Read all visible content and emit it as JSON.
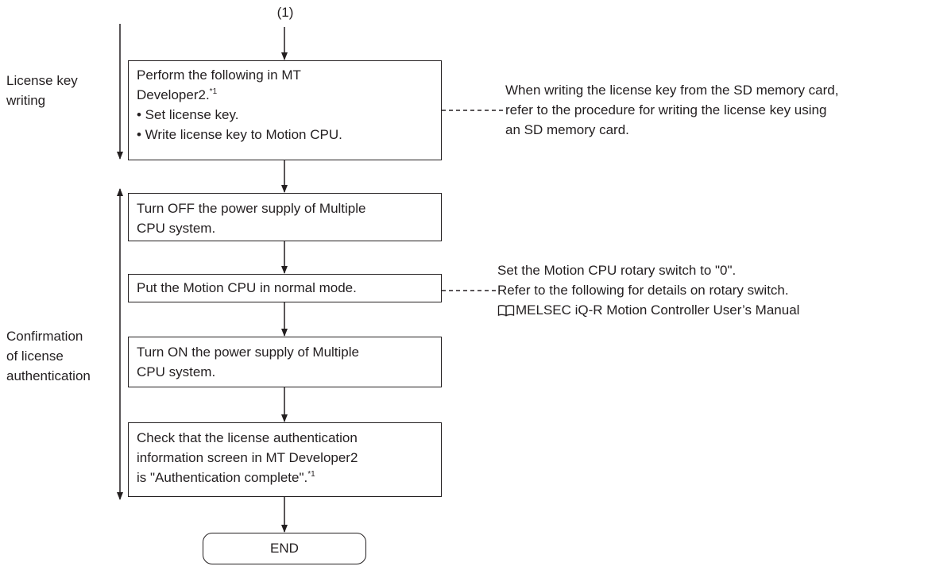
{
  "top_label": "(1)",
  "sections": [
    {
      "label_lines": [
        "License key",
        "writing"
      ]
    },
    {
      "label_lines": [
        "Confirmation",
        "of license",
        "authentication"
      ]
    }
  ],
  "steps": [
    {
      "lines": [
        "Perform the following in MT",
        "Developer2.",
        "• Set license key.",
        "• Write license key to Motion CPU."
      ],
      "footnote": "*1"
    },
    {
      "lines": [
        "Turn OFF the power supply of Multiple",
        "CPU system."
      ]
    },
    {
      "lines": [
        "Put the Motion CPU in normal mode."
      ]
    },
    {
      "lines": [
        "Turn ON the power supply of Multiple",
        "CPU system."
      ]
    },
    {
      "lines": [
        "Check that the license authentication",
        "information screen in MT Developer2",
        "is \"Authentication complete\"."
      ],
      "footnote": "*1"
    }
  ],
  "end_label": "END",
  "notes": {
    "license_sd": [
      "When writing the license key from the SD memory card,",
      "refer to the procedure for writing the license key using",
      "an SD memory card."
    ],
    "rotary_switch": [
      "Set the Motion CPU rotary switch to \"0\".",
      "Refer to the following for details on rotary switch."
    ],
    "manual_ref": "MELSEC iQ-R Motion Controller User’s Manual",
    "manual_icon": "book-icon"
  }
}
